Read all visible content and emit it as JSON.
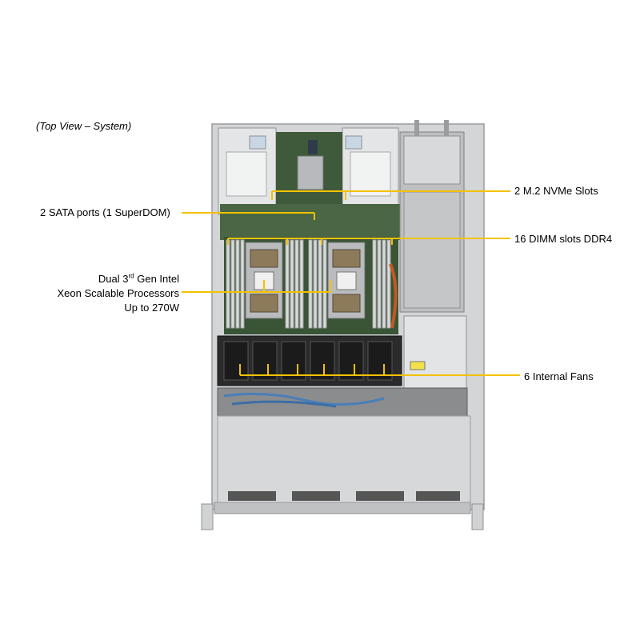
{
  "caption": "(Top View – System)",
  "callouts": {
    "nvme": "2 M.2 NVMe Slots",
    "sata": "2 SATA ports (1 SuperDOM)",
    "dimm": "16 DIMM slots DDR4",
    "cpu": {
      "line1_pre": "Dual 3",
      "line1_sup": "rd",
      "line1_post": " Gen Intel",
      "line2": "Xeon Scalable Processors",
      "line3": "Up to 270W"
    },
    "fans": "6 Internal  Fans"
  },
  "colors": {
    "callout_line": "#f2c200",
    "chassis": "#c9cbcc",
    "motherboard": "#3f5a3a"
  }
}
